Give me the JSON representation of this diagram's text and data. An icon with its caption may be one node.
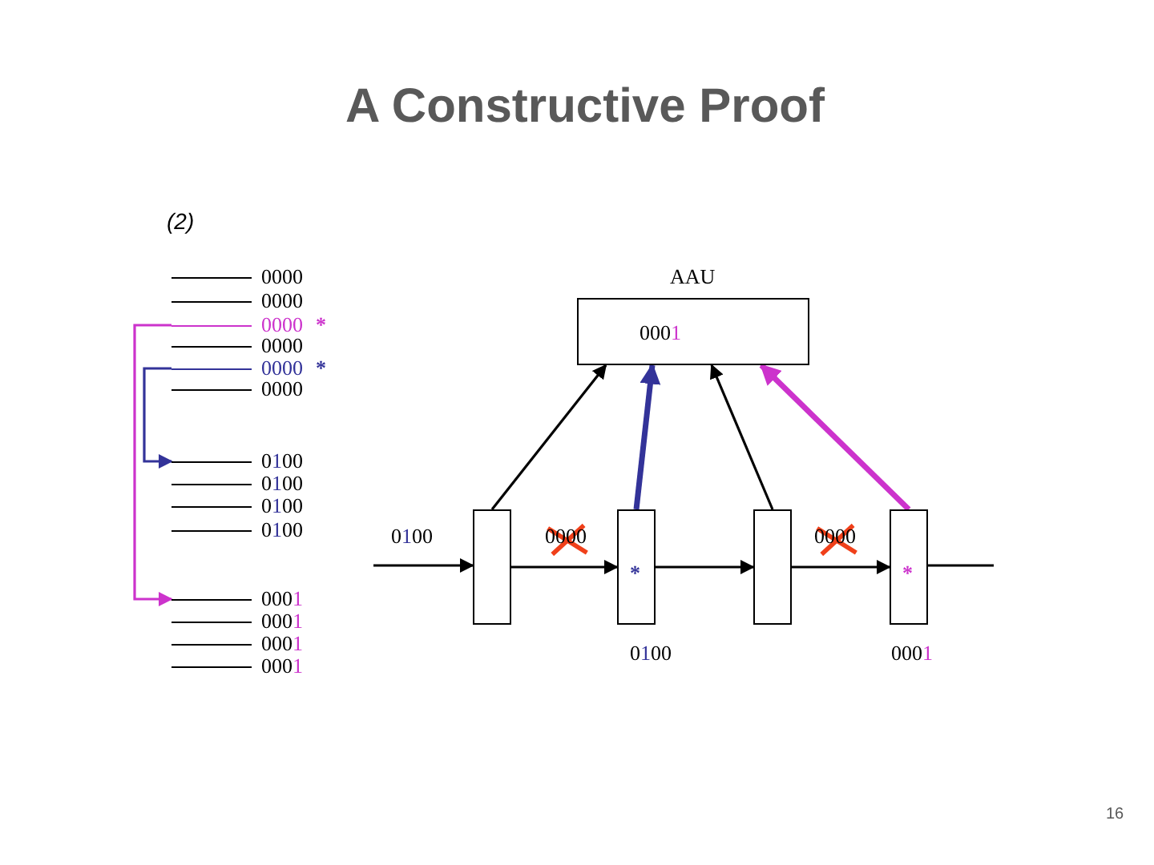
{
  "diagram": {
    "title": "A Constructive Proof",
    "nodes": [
      {
        "text": [
          "0000"
        ]
      },
      {
        "text": [
          "0000"
        ]
      },
      {
        "text": [
          "0000",
          "*"
        ]
      },
      {
        "text": [
          "0000"
        ]
      },
      {
        "text": [
          "0000",
          "*"
        ]
      },
      {
        "text": [
          "0000"
        ]
      },
      {
        "text": [
          "0100"
        ]
      },
      {
        "text": [
          "0100"
        ]
      },
      {
        "text": [
          "0100"
        ]
      },
      {
        "text": [
          "0100"
        ]
      },
      {
        "text": [
          "0001"
        ]
      },
      {
        "text": [
          "0001"
        ]
      },
      {
        "text": [
          "0001"
        ]
      },
      {
        "text": [
          "0001"
        ]
      },
      {
        "text": [
          "AAU",
          "0001"
        ]
      },
      {
        "text": [],
        "shape": "box"
      },
      {
        "text": [
          "*"
        ],
        "beside": [
          "0100"
        ]
      },
      {
        "text": [],
        "shape": "box"
      },
      {
        "text": [
          "*"
        ],
        "beside": [
          "0001"
        ]
      }
    ],
    "edges": [
      {
        "from": 2,
        "to": 10,
        "arrow": "to",
        "color": "#cc33cc"
      },
      {
        "from": 4,
        "to": 6,
        "arrow": "to",
        "color": "#333399"
      },
      {
        "from": null,
        "to": 15,
        "arrow": "to",
        "label": "0100"
      },
      {
        "from": 15,
        "to": 16,
        "arrow": "to",
        "label": "0000"
      },
      {
        "from": 16,
        "to": 17,
        "arrow": "to"
      },
      {
        "from": 17,
        "to": 18,
        "arrow": "to",
        "label": "0000"
      },
      {
        "from": 18,
        "to": null,
        "arrow": "none"
      },
      {
        "from": 15,
        "to": 14,
        "arrow": "to"
      },
      {
        "from": 16,
        "to": 14,
        "arrow": "to",
        "style": "thick",
        "color": "#333399"
      },
      {
        "from": 17,
        "to": 14,
        "arrow": "to"
      },
      {
        "from": 18,
        "to": 14,
        "arrow": "to",
        "style": "thick",
        "color": "#cc33cc"
      }
    ],
    "labels": [
      "(2)",
      "16"
    ]
  }
}
